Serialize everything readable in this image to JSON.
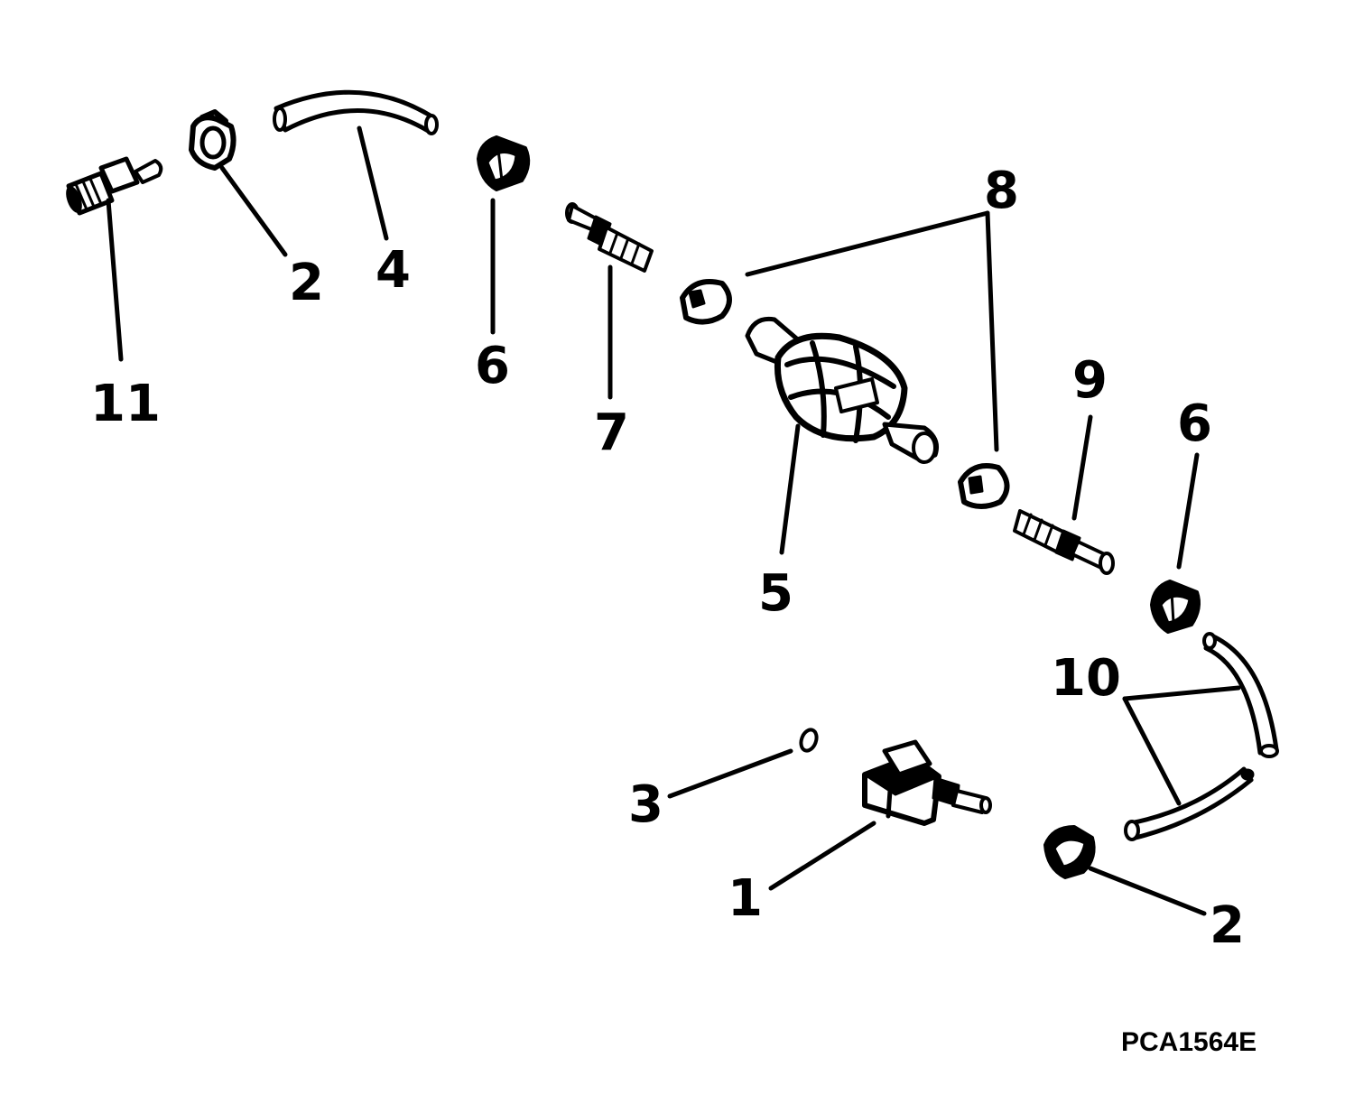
{
  "diagram": {
    "callouts": [
      {
        "id": "c11",
        "label": "11"
      },
      {
        "id": "c2a",
        "label": "2"
      },
      {
        "id": "c4",
        "label": "4"
      },
      {
        "id": "c6a",
        "label": "6"
      },
      {
        "id": "c7",
        "label": "7"
      },
      {
        "id": "c8",
        "label": "8"
      },
      {
        "id": "c5",
        "label": "5"
      },
      {
        "id": "c9",
        "label": "9"
      },
      {
        "id": "c6b",
        "label": "6"
      },
      {
        "id": "c10",
        "label": "10"
      },
      {
        "id": "c3",
        "label": "3"
      },
      {
        "id": "c1",
        "label": "1"
      },
      {
        "id": "c2b",
        "label": "2"
      }
    ],
    "figure_code": "PCA1564E"
  }
}
